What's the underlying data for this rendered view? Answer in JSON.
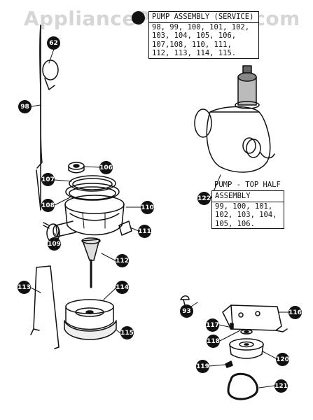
{
  "watermark": "AppliancePartsPros.com",
  "service_box": {
    "title": "PUMP ASSEMBLY (SERVICE)",
    "lines": [
      "98, 99, 100, 101, 102,",
      "103, 104, 105, 106,",
      "107,108, 110, 111,",
      "112, 113, 114, 115."
    ]
  },
  "pump_top_box": {
    "caption": "PUMP - TOP HALF",
    "title": "ASSEMBLY",
    "lines": [
      "99, 100, 101,",
      "102, 103, 104,",
      "105, 106."
    ]
  },
  "callouts": {
    "c93": "93",
    "c62": "62",
    "c98": "98",
    "c106": "106",
    "c107": "107",
    "c108": "108",
    "c109": "109",
    "c110": "110",
    "c111": "111",
    "c112": "112",
    "c113": "113",
    "c114": "114",
    "c115": "115",
    "c116": "116",
    "c117": "117",
    "c118": "118",
    "c119": "119",
    "c120": "120",
    "c121": "121",
    "c122": "122"
  }
}
